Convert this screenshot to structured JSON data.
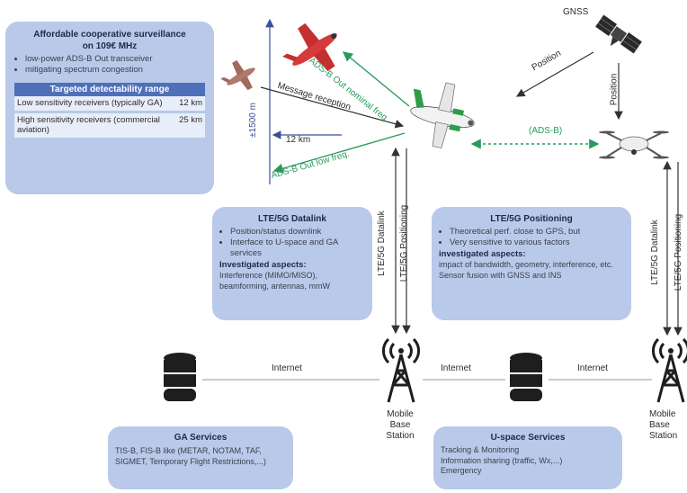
{
  "surveillance_box": {
    "title": "Affordable cooperative surveillance on 109€ MHz",
    "bullets": [
      "low-power ADS-B Out transceiver",
      "mitigating spectrum congestion"
    ],
    "table_title": "Targeted detectability range",
    "rows": [
      {
        "label": "Low sensitivity receivers (typically GA)",
        "value": "12 km"
      },
      {
        "label": "High sensitivity receivers (commercial aviation)",
        "value": "25 km"
      }
    ]
  },
  "datalink_box": {
    "title": "LTE/5G Datalink",
    "bullets": [
      "Position/status downlink",
      "Interface to U-space and GA services"
    ],
    "aspects_title": "Investigated aspects:",
    "aspects_text": "Interference (MIMO/MISO), beamforming, antennas, mmW"
  },
  "positioning_box": {
    "title": "LTE/5G Positioning",
    "bullets": [
      "Theoretical perf. close to GPS, but",
      "Very sensitive to various factors"
    ],
    "aspects_title": "investigated aspects:",
    "aspects_text": "impact of bandwidth, geometry, interference, etc. Sensor fusion with GNSS and INS"
  },
  "ga_services": {
    "title": "GA Services",
    "text": "TIS-B, FIS-B like (METAR, NOTAM, TAF, SIGMET, Temporary Flight Restrictions,...)"
  },
  "uspace_services": {
    "title": "U-space Services",
    "lines": [
      "Tracking & Monitoring",
      "Information sharing (traffic, Wx,...)",
      "Emergency"
    ]
  },
  "labels": {
    "gnss": "GNSS",
    "position_1": "Position",
    "position_2": "Position",
    "adsb_nominal": "ADS-B Out nominal freq.",
    "adsb_low": "ADS-B Out low freq.",
    "message_reception": "Message reception",
    "altitude": "±1500 m",
    "distance": "12 km",
    "adsb": "(ADS-B)",
    "lte_datalink_1": "LTE/5G Datalink",
    "lte_positioning_1": "LTE/5G Positioning",
    "lte_datalink_2": "LTE/5G Datalink",
    "lte_positioning_2": "LTE/5G Positioning",
    "internet_1": "Internet",
    "internet_2": "Internet",
    "internet_3": "Internet",
    "mobile_station_1": [
      "Mobile",
      "Base",
      "Station"
    ],
    "mobile_station_2": [
      "Mobile",
      "Base",
      "Station"
    ]
  },
  "colors": {
    "box_fill": "#b9c9ea",
    "table_header": "#4f6fb8",
    "green_link": "#2a9a5a",
    "axis_navy": "#3b4f9a"
  }
}
